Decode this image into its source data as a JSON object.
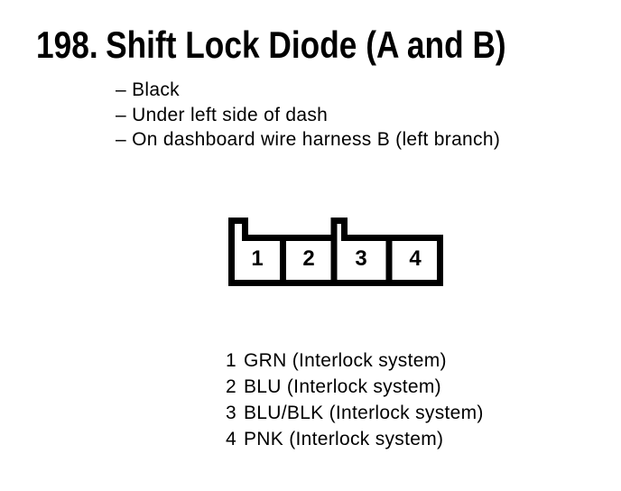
{
  "page": {
    "background_color": "#ffffff",
    "text_color": "#000000"
  },
  "title": {
    "number": "198.",
    "text": "Shift Lock Diode (A and B)"
  },
  "notes": [
    "– Black",
    "– Under left side of dash",
    "– On dashboard wire harness B (left branch)"
  ],
  "connector": {
    "pins": [
      "1",
      "2",
      "3",
      "4"
    ]
  },
  "pin_list": [
    {
      "pin": "1",
      "wire": "GRN (Interlock system)"
    },
    {
      "pin": "2",
      "wire": "BLU (Interlock system)"
    },
    {
      "pin": "3",
      "wire": "BLU/BLK (Interlock system)"
    },
    {
      "pin": "4",
      "wire": "PNK (Interlock system)"
    }
  ]
}
